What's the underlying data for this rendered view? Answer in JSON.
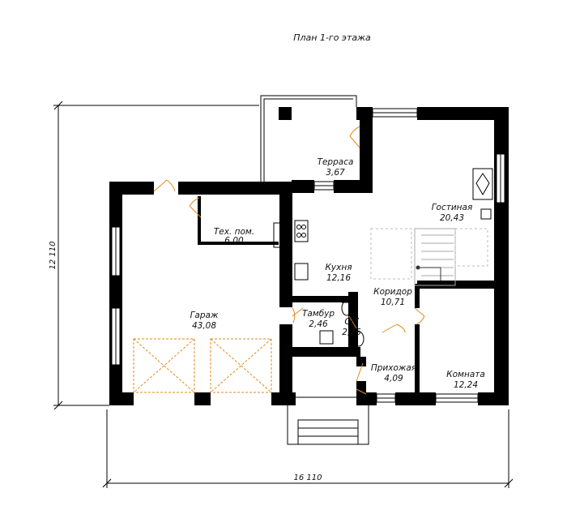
{
  "plan": {
    "title": "План 1-го этажа",
    "dimensions": {
      "width": "16 110",
      "height": "12 110"
    },
    "rooms": [
      {
        "key": "terrace",
        "name": "Терраса",
        "area": "3,67"
      },
      {
        "key": "living",
        "name": "Гостиная",
        "area": "20,43"
      },
      {
        "key": "tech",
        "name": "Тех. пом.",
        "area": "6,00"
      },
      {
        "key": "kitchen",
        "name": "Кухня",
        "area": "12,16"
      },
      {
        "key": "garage",
        "name": "Гараж",
        "area": "43,08"
      },
      {
        "key": "corridor",
        "name": "Коридор",
        "area": "10,71"
      },
      {
        "key": "vestibule",
        "name": "Тамбур",
        "area": "2,46"
      },
      {
        "key": "wc",
        "name": "С/У",
        "area": "2,76"
      },
      {
        "key": "hall",
        "name": "Прихожая",
        "area": "4,09"
      },
      {
        "key": "room",
        "name": "Комната",
        "area": "12,24"
      }
    ]
  },
  "colors": {
    "wall": "#000000",
    "door_swing": "#e08a1e",
    "stair": "#aaaaaa"
  }
}
